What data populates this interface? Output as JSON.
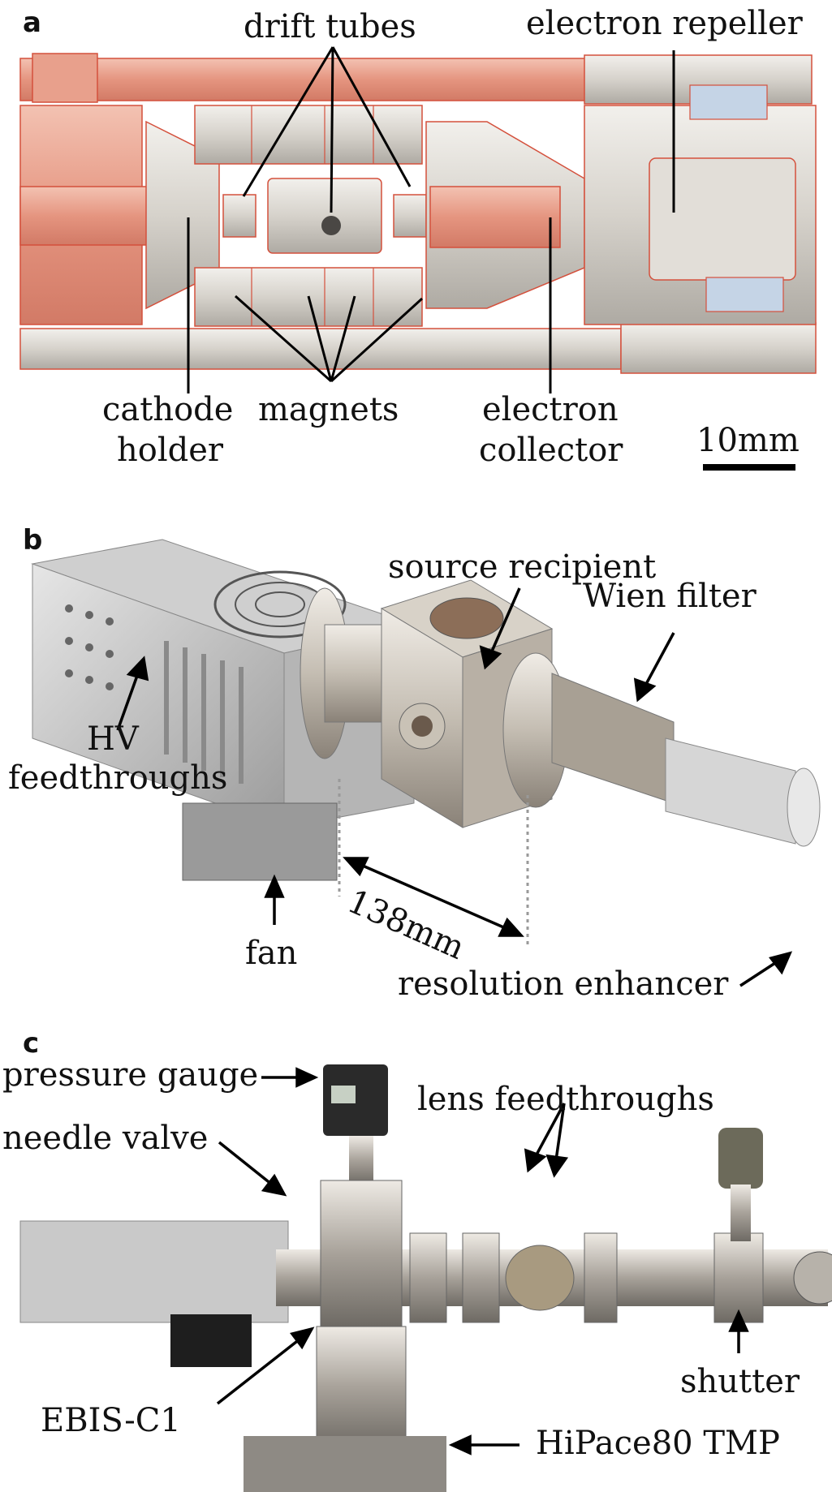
{
  "panels": {
    "a": {
      "label": "a",
      "labels": {
        "drift_tubes": "drift tubes",
        "electron_repeller": "electron repeller",
        "cathode_holder_l1": "cathode",
        "cathode_holder_l2": "holder",
        "magnets": "magnets",
        "electron_collector_l1": "electron",
        "electron_collector_l2": "collector",
        "scale": "10mm"
      }
    },
    "b": {
      "label": "b",
      "labels": {
        "source_recipient": "source recipient",
        "wien_filter": "Wien filter",
        "hv_l1": "HV",
        "hv_l2": "feedthroughs",
        "fan": "fan",
        "distance": "138mm",
        "resolution_enhancer": "resolution enhancer"
      }
    },
    "c": {
      "label": "c",
      "labels": {
        "pressure_gauge": "pressure gauge",
        "needle_valve": "needle valve",
        "lens_feedthroughs": "lens feedthroughs",
        "shutter": "shutter",
        "ebis": "EBIS-C1",
        "tmp": "HiPace80 TMP"
      }
    }
  },
  "colors": {
    "metal_light": "#e6e3de",
    "metal_mid": "#c9c5be",
    "metal_dark": "#8c8a86",
    "section_red": "#e8a08c",
    "section_edge": "#d4503c",
    "arrow": "#000000"
  }
}
